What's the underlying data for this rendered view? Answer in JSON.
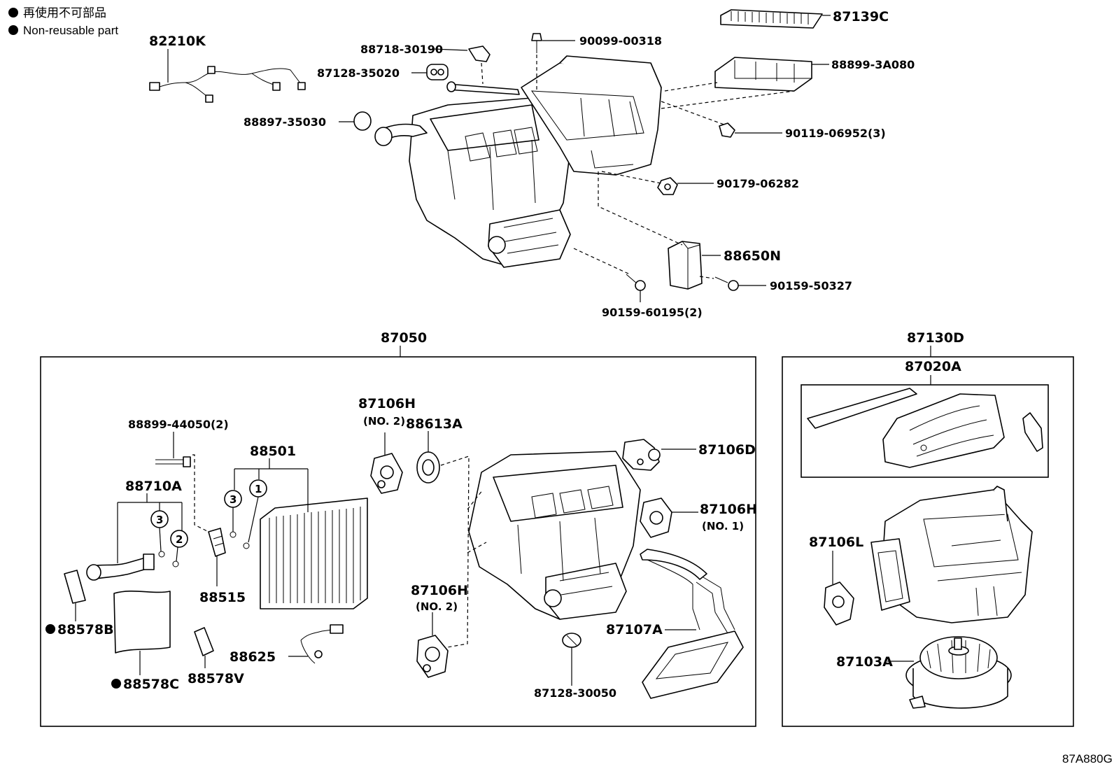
{
  "legend": {
    "jp": "再使用不可部品",
    "en": "Non-reusable part"
  },
  "top_labels": {
    "p82210K": "82210K",
    "p88718_30190": "88718-30190",
    "p90099_00318": "90099-00318",
    "p87139C": "87139C",
    "p87128_35020": "87128-35020",
    "p88899_3A080": "88899-3A080",
    "p88897_35030": "88897-35030",
    "p90119_06952": "90119-06952(3)",
    "p90179_06282": "90179-06282",
    "p88650N": "88650N",
    "p90159_50327": "90159-50327",
    "p90159_60195": "90159-60195(2)"
  },
  "assembly_labels": {
    "p87050": "87050",
    "p87130D": "87130D",
    "p87020A": "87020A"
  },
  "box1_labels": {
    "p88899_44050": "88899-44050(2)",
    "p88501": "88501",
    "p88710A": "88710A",
    "p88515": "88515",
    "p88578B": "88578B",
    "p88578C": "88578C",
    "p88578V": "88578V",
    "p88625": "88625",
    "p87106H_a": "87106H",
    "p87106H_a_note": "(NO. 2)",
    "p88613A": "88613A",
    "p87106D": "87106D",
    "p87106H_b": "87106H",
    "p87106H_b_note": "(NO. 1)",
    "p87106H_c": "87106H",
    "p87106H_c_note": "(NO. 2)",
    "p87107A": "87107A",
    "p87128_30050": "87128-30050",
    "circle_3": "3",
    "circle_1": "1",
    "circle_2": "2",
    "nonreusable_mark": "●"
  },
  "box2_labels": {
    "p87106L": "87106L",
    "p87103A": "87103A"
  },
  "footer": {
    "figure_code": "87A880G"
  }
}
